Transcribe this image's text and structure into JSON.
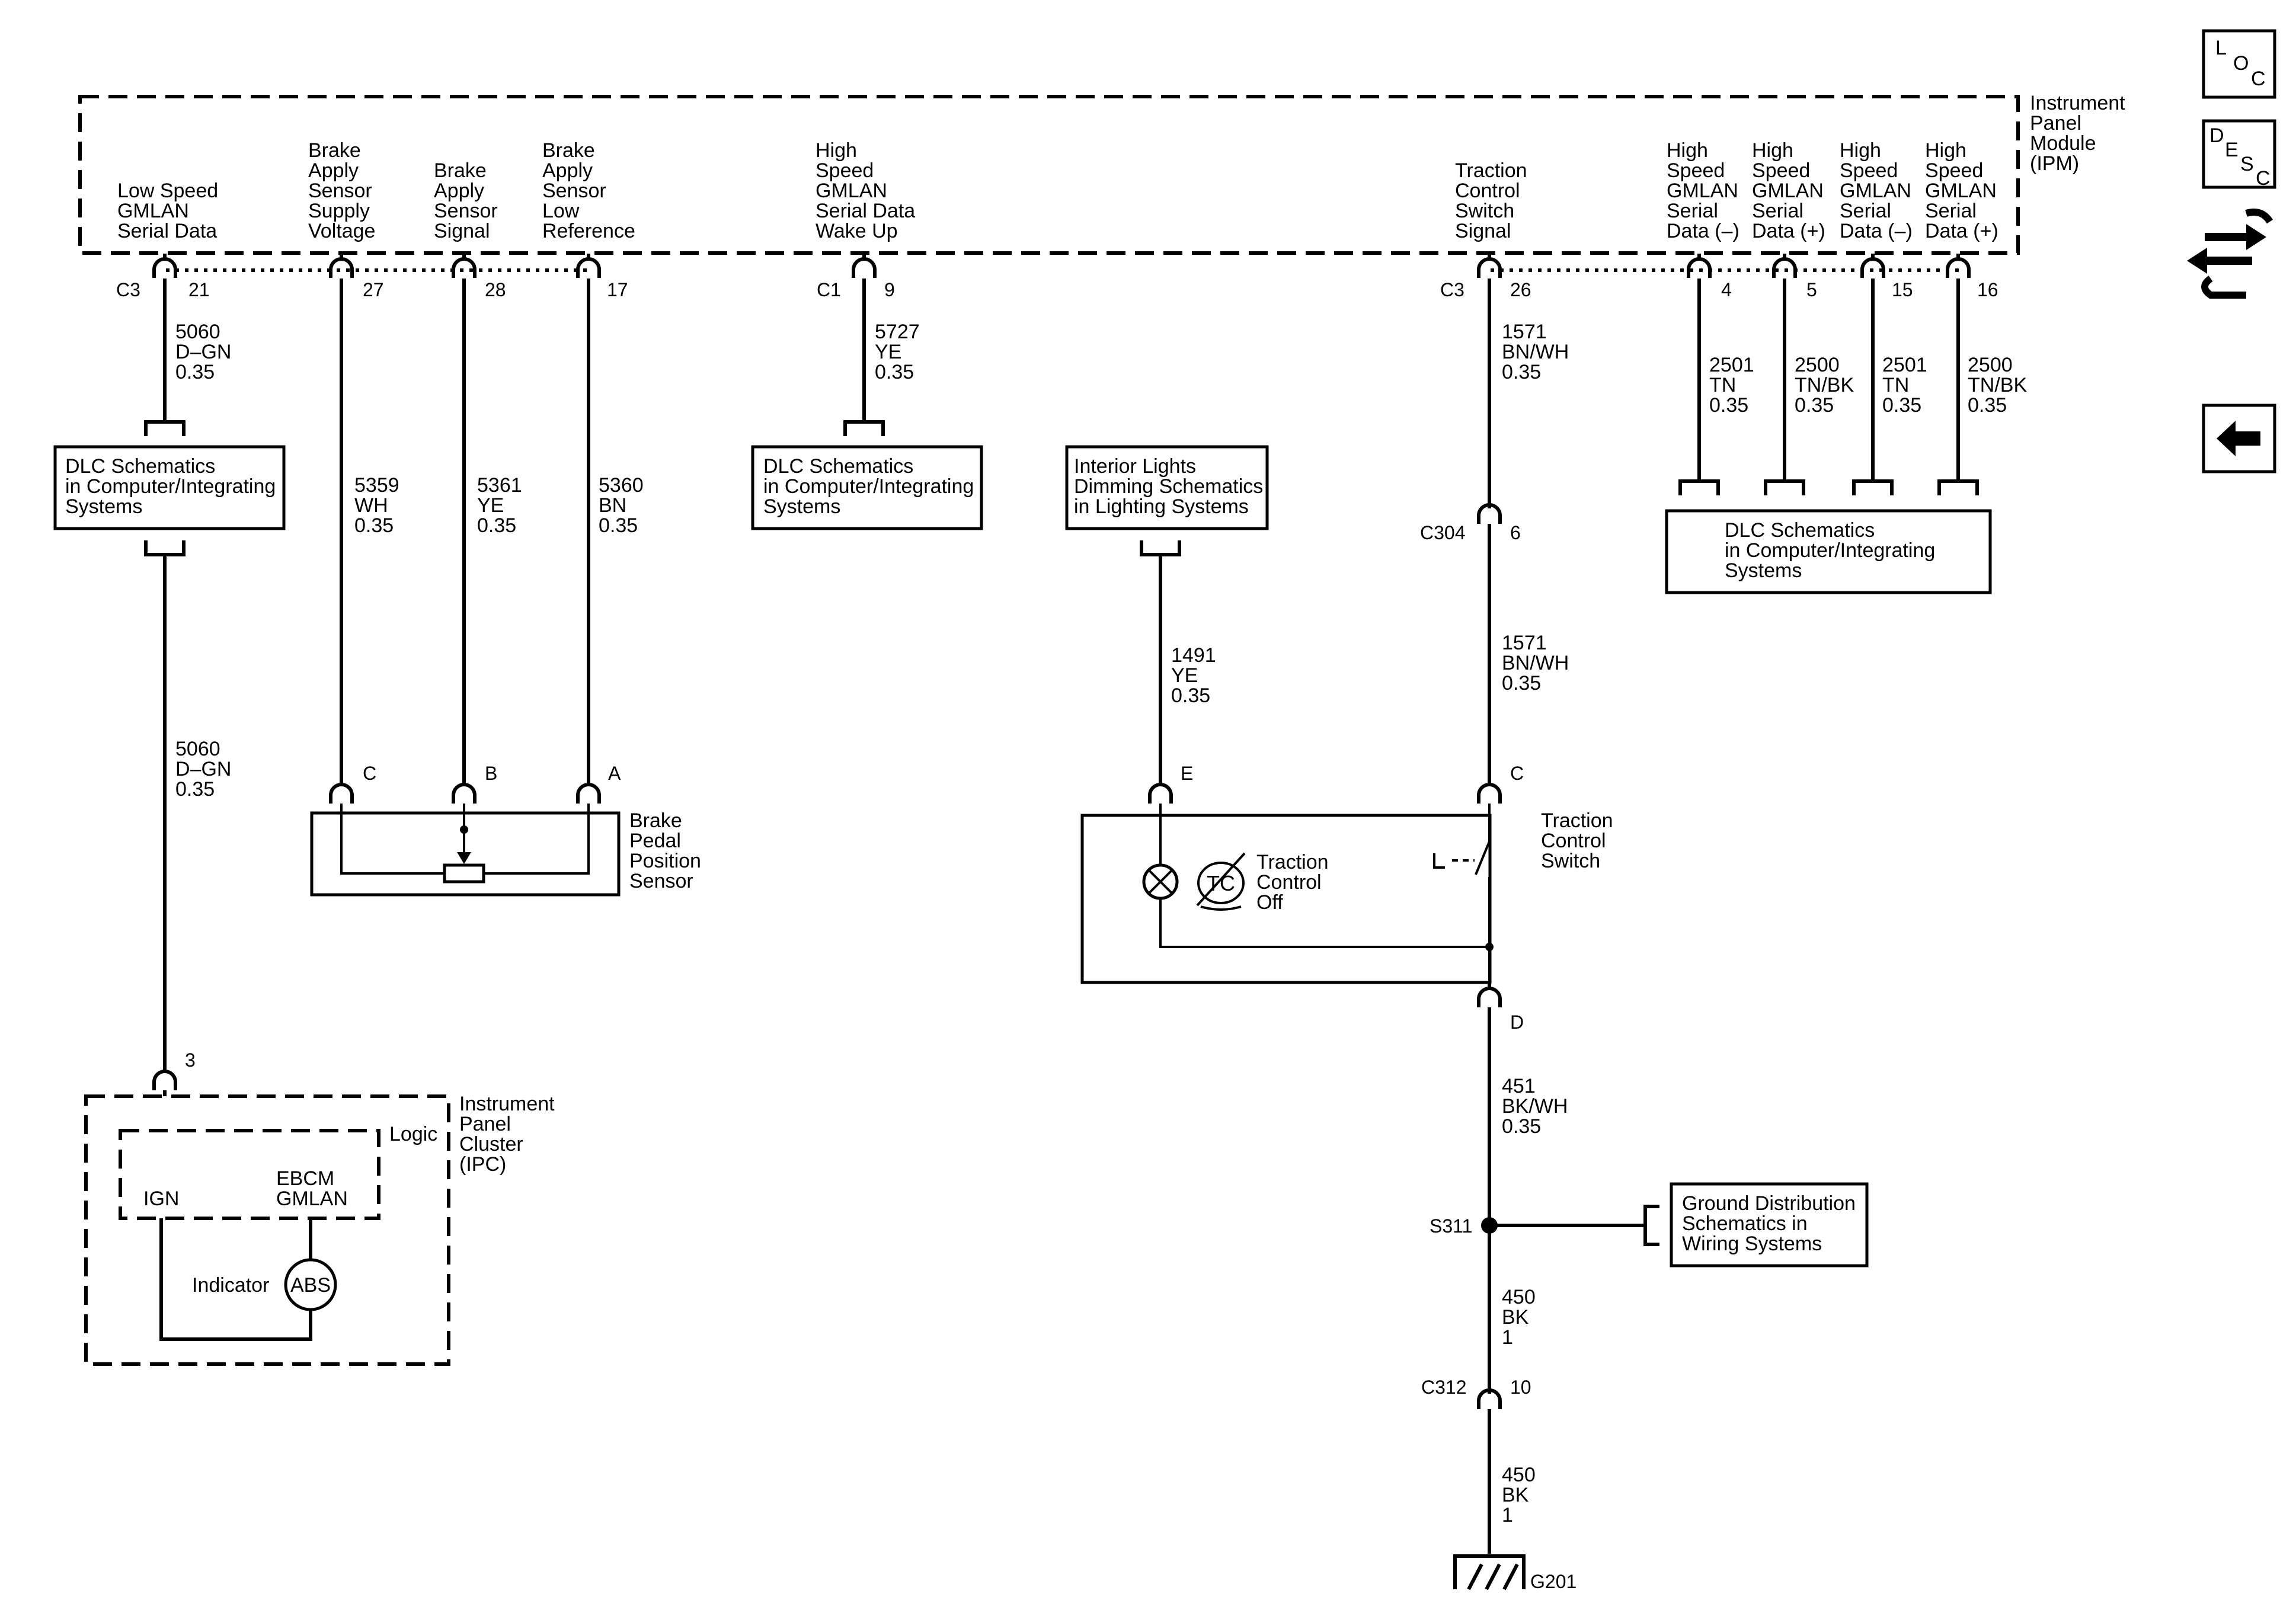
{
  "ipm": {
    "module_name": [
      "Instrument",
      "Panel",
      "Module",
      "(IPM)"
    ],
    "pins": {
      "low_speed": [
        "Low Speed",
        "GMLAN",
        "Serial Data"
      ],
      "supply": [
        "Brake",
        "Apply",
        "Sensor",
        "Supply",
        "Voltage"
      ],
      "signal": [
        "Brake",
        "Apply",
        "Sensor",
        "Signal"
      ],
      "lowref": [
        "Brake",
        "Apply",
        "Sensor",
        "Low",
        "Reference"
      ],
      "wake": [
        "High",
        "Speed",
        "GMLAN",
        "Serial Data",
        "Wake Up"
      ],
      "tcs": [
        "Traction",
        "Control",
        "Switch",
        "Signal"
      ],
      "hs1": [
        "High",
        "Speed",
        "GMLAN",
        "Serial",
        "Data (–)"
      ],
      "hs2": [
        "High",
        "Speed",
        "GMLAN",
        "Serial",
        "Data (+)"
      ],
      "hs3": [
        "High",
        "Speed",
        "GMLAN",
        "Serial",
        "Data (–)"
      ],
      "hs4": [
        "High",
        "Speed",
        "GMLAN",
        "Serial",
        "Data (+)"
      ]
    },
    "connectors": {
      "c3_left": "C3",
      "c1": "C1",
      "c3_right": "C3"
    },
    "pin_numbers": {
      "p21": "21",
      "p27": "27",
      "p28": "28",
      "p17": "17",
      "p9": "9",
      "p26": "26",
      "p4": "4",
      "p5": "5",
      "p15": "15",
      "p16": "16"
    }
  },
  "wires": {
    "w5060_top": [
      "5060",
      "D–GN",
      "0.35"
    ],
    "w5060_bot": [
      "5060",
      "D–GN",
      "0.35"
    ],
    "w5359": [
      "5359",
      "WH",
      "0.35"
    ],
    "w5361": [
      "5361",
      "YE",
      "0.35"
    ],
    "w5360": [
      "5360",
      "BN",
      "0.35"
    ],
    "w5727": [
      "5727",
      "YE",
      "0.35"
    ],
    "w1571_top": [
      "1571",
      "BN/WH",
      "0.35"
    ],
    "w1571_mid": [
      "1571",
      "BN/WH",
      "0.35"
    ],
    "w1491": [
      "1491",
      "YE",
      "0.35"
    ],
    "w2501a": [
      "2501",
      "TN",
      "0.35"
    ],
    "w2500a": [
      "2500",
      "TN/BK",
      "0.35"
    ],
    "w2501b": [
      "2501",
      "TN",
      "0.35"
    ],
    "w2500b": [
      "2500",
      "TN/BK",
      "0.35"
    ],
    "w451": [
      "451",
      "BK/WH",
      "0.35"
    ],
    "w450a": [
      "450",
      "BK",
      "1"
    ],
    "w450b": [
      "450",
      "BK",
      "1"
    ]
  },
  "references": {
    "dlc_left": [
      "DLC Schematics",
      "in Computer/Integrating",
      "Systems"
    ],
    "dlc_mid": [
      "DLC Schematics",
      "in Computer/Integrating",
      "Systems"
    ],
    "dlc_right": [
      "DLC Schematics",
      "in Computer/Integrating",
      "Systems"
    ],
    "interior_lights": [
      "Interior Lights",
      "Dimming Schematics",
      "in Lighting Systems"
    ],
    "ground_dist": [
      "Ground Distribution",
      "Schematics in",
      "Wiring Systems"
    ]
  },
  "components": {
    "bpps_name": [
      "Brake",
      "Pedal",
      "Position",
      "Sensor"
    ],
    "bpps_pins": {
      "c": "C",
      "b": "B",
      "a": "A"
    },
    "tcs_name": [
      "Traction",
      "Control",
      "Switch"
    ],
    "tcs_label": [
      "Traction",
      "Control",
      "Off"
    ],
    "tcs_pins": {
      "e": "E",
      "c": "C",
      "d": "D"
    },
    "tc_symbol": "TC",
    "ipc_name": [
      "Instrument",
      "Panel",
      "Cluster",
      "(IPC)"
    ],
    "ipc_logic": "Logic",
    "ipc_ign": "IGN",
    "ipc_ebcm": [
      "EBCM",
      "GMLAN"
    ],
    "ipc_indicator": "Indicator",
    "ipc_abs": "ABS",
    "ipc_pin": "3"
  },
  "inline_connectors": {
    "c304": "C304",
    "c304_pin": "6",
    "s311": "S311",
    "c312": "C312",
    "c312_pin": "10",
    "g201": "G201"
  },
  "side_buttons": {
    "loc": [
      "L",
      "O",
      "C"
    ],
    "desc": [
      "D",
      "E",
      "S",
      "C"
    ]
  }
}
